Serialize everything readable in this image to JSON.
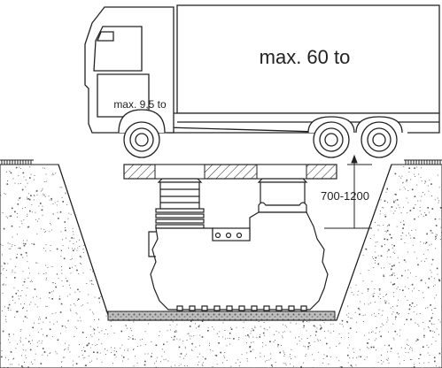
{
  "labels": {
    "cargo_load": "max. 60 to",
    "axle_load": "max. 9,5 to",
    "cover_depth": "700-1200"
  },
  "colors": {
    "line": "#222222",
    "background": "#ffffff",
    "soil_speckle": "#555555",
    "gravel_bed": "#9a9a9a"
  }
}
